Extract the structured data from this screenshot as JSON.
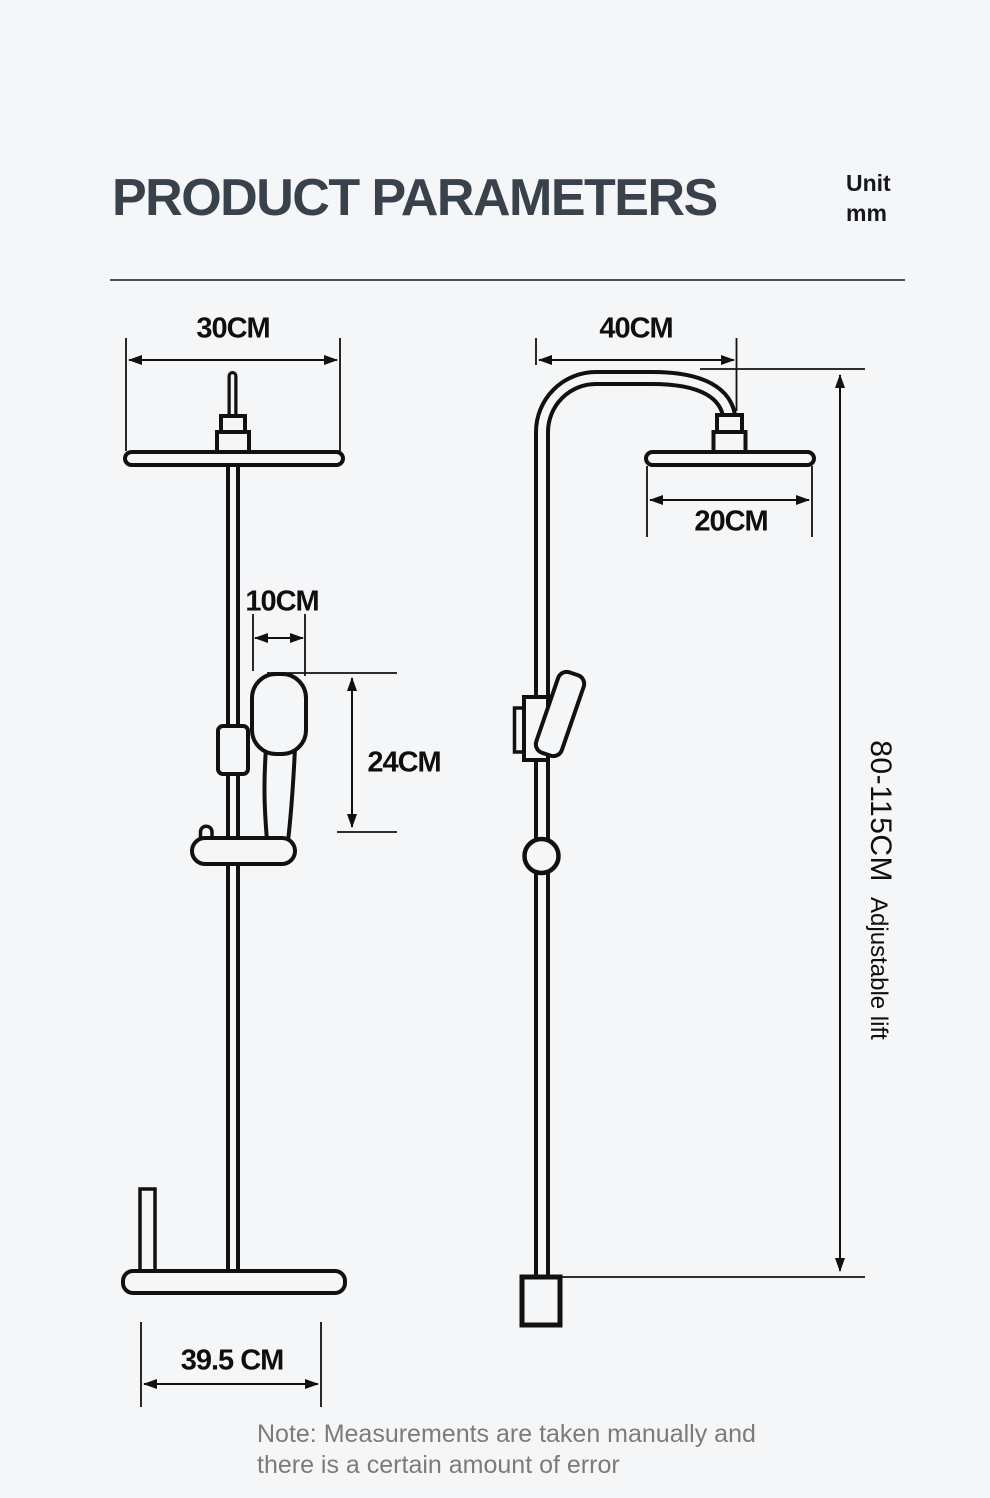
{
  "header": {
    "title": "PRODUCT PARAMETERS",
    "unit_label": "Unit",
    "unit_value": "mm"
  },
  "labels": {
    "left_head_width": "30CM",
    "handset_width": "10CM",
    "handset_length": "24CM",
    "base_width": "39.5 CM",
    "arm_width": "40CM",
    "right_head_width": "20CM",
    "lift_range": "80-115CM",
    "lift_caption": "Adjustable lift"
  },
  "note": {
    "line1": "Note: Measurements are taken manually and",
    "line2": "there is a certain amount of error"
  },
  "colors": {
    "background": "#f5f6f7",
    "line": "#111111",
    "title": "#39414b",
    "note_text": "#7b7b7b"
  }
}
